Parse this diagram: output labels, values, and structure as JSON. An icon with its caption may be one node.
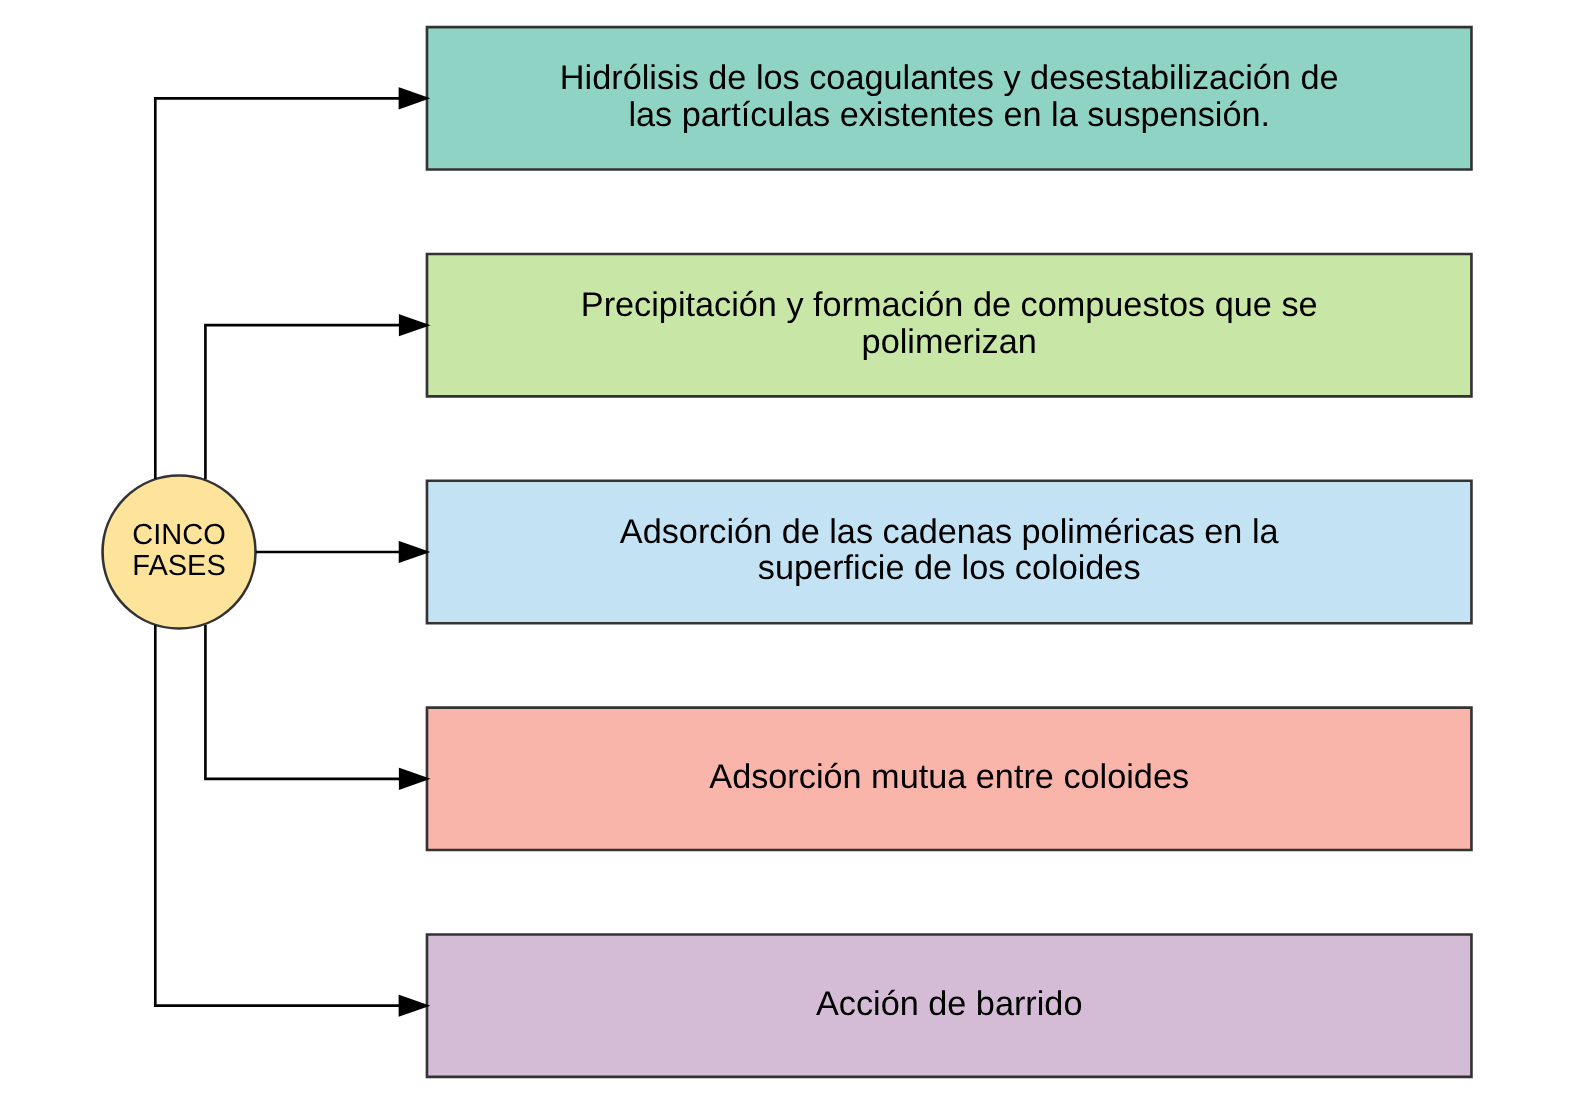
{
  "diagram": {
    "nodes": [
      {
        "text": [
          "CINCO FASES"
        ]
      },
      {
        "text": [
          "Hidrólisis de los coagulantes y desestabilización de las partículas existentes en la suspensión."
        ]
      },
      {
        "text": [
          "Precipitación y formación de compuestos que se polimerizan"
        ]
      },
      {
        "text": [
          "Adsorción de las cadenas poliméricas en la superficie de los coloides"
        ]
      },
      {
        "text": [
          "Adsorción mutua entre coloides"
        ]
      },
      {
        "text": [
          "Acción de barrido"
        ]
      }
    ],
    "edges": [
      {
        "from": 0,
        "to": 1,
        "arrow": "to"
      },
      {
        "from": 0,
        "to": 2,
        "arrow": "to"
      },
      {
        "from": 0,
        "to": 3,
        "arrow": "to"
      },
      {
        "from": 0,
        "to": 4,
        "arrow": "to"
      },
      {
        "from": 0,
        "to": 5,
        "arrow": "to"
      }
    ]
  }
}
